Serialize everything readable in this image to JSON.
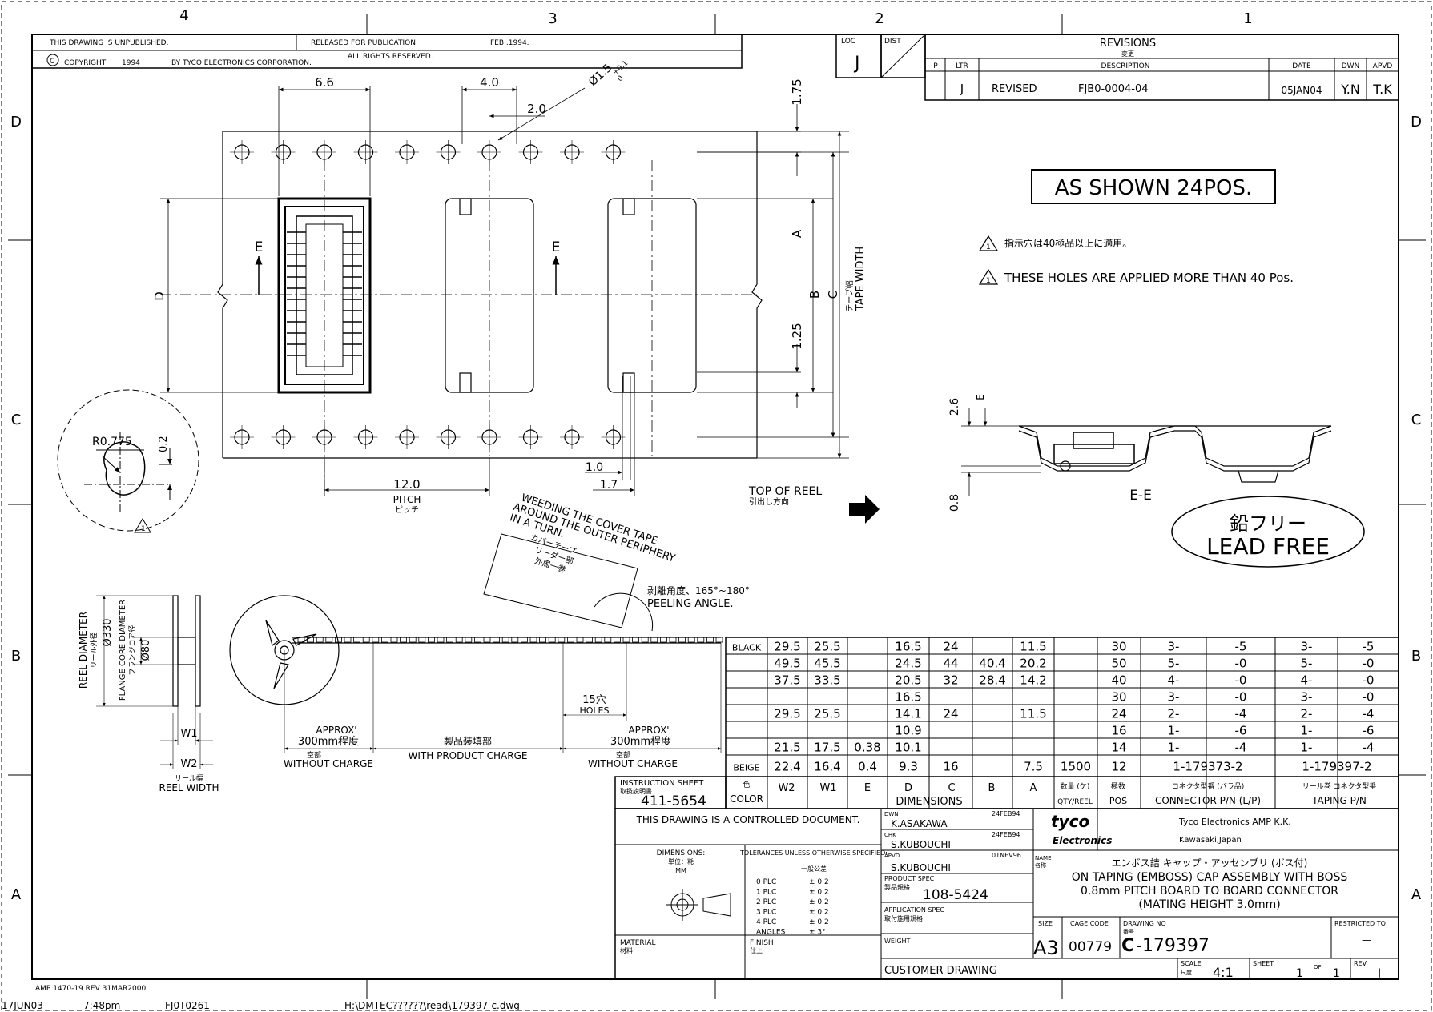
{
  "zones": {
    "cols": [
      "4",
      "3",
      "2",
      "1"
    ],
    "rows": [
      "D",
      "C",
      "B",
      "A"
    ]
  },
  "header": {
    "unpublished": "THIS DRAWING IS UNPUBLISHED.",
    "released": "RELEASED FOR PUBLICATION",
    "release_date": "FEB .1994.",
    "copyright": "COPYRIGHT",
    "copyright_year": "1994",
    "copyright_by": "BY TYCO ELECTRONICS CORPORATION.",
    "rights": "ALL RIGHTS RESERVED.",
    "loc_label": "LOC",
    "loc_value": "J",
    "dist_label": "DIST"
  },
  "revisions": {
    "title": "REVISIONS",
    "title_jp": "変更",
    "col_p": "P",
    "col_ltr": "LTR",
    "col_desc": "DESCRIPTION",
    "col_date": "DATE",
    "col_dwn": "DWN",
    "col_apvd": "APVD",
    "rows": [
      {
        "ltr": "J",
        "desc": "REVISED",
        "ref": "FJB0-0004-04",
        "date": "05JAN04",
        "dwn": "Y.N",
        "apvd": "T.K"
      }
    ]
  },
  "dims": {
    "d66": "6.6",
    "d40": "4.0",
    "d20": "2.0",
    "d175": "1.75",
    "hole": "Ø1.5",
    "hole_tol_top": "+0.1",
    "hole_tol_bot": "0",
    "d125": "1.25",
    "d10": "1.0",
    "d17": "1.7",
    "pitch": "12.0",
    "pitch_label": "PITCH",
    "pitch_jp": "ピッチ",
    "A": "A",
    "B": "B",
    "C": "C",
    "D": "D",
    "E": "E",
    "tape_width": "TAPE WIDTH",
    "tape_width_jp": "テープ幅",
    "r0775": "R0.775",
    "d02": "0.2",
    "d26": "2.6",
    "d08": "0.8",
    "section": "E-E",
    "top_reel": "TOP OF REEL",
    "top_reel_jp": "引出し方向"
  },
  "notes": {
    "as_shown": "AS SHOWN 24POS.",
    "note_jp": "指示穴は40極品以上に適用。",
    "note_en": "THESE HOLES ARE APPLIED MORE THAN 40 Pos.",
    "lead_free_jp": "鉛フリー",
    "lead_free": "LEAD FREE",
    "weeding1": "WEEDING THE COVER TAPE",
    "weeding2": "AROUND THE OUTER PERIPHERY",
    "weeding3": "IN A TURN.",
    "weeding_jp1": "カバーテープ",
    "weeding_jp2": "リーダー部",
    "weeding_jp3": "外周一巻",
    "peeling_jp": "剥離角度、165°~180°",
    "peeling": "PEELING ANGLE."
  },
  "reel": {
    "reel_diameter": "REEL DIAMETER",
    "reel_diameter_jp": "リール外径",
    "d330": "Ø330",
    "flange": "FLANGE CORE DIAMETER",
    "flange_jp": "フランジコア径",
    "d80": "Ø80",
    "w1": "W1",
    "w2": "W2",
    "reel_width_jp": "リール幅",
    "reel_width": "REEL WIDTH",
    "approx": "APPROX'",
    "approx_300_a": "300mm程度",
    "without_charge_jp": "空部",
    "without_charge": "WITHOUT CHARGE",
    "product_jp": "製品装填部",
    "with_product": "WITH PRODUCT CHARGE",
    "approx_300_b": "300mm程度",
    "holes_15": "15穴",
    "holes": "HOLES"
  },
  "table": {
    "rows": [
      [
        "BLACK",
        "29.5",
        "25.5",
        "",
        "16.5",
        "24",
        "",
        "11.5",
        "",
        "30",
        "3-",
        "-5",
        "3-",
        "-5"
      ],
      [
        "",
        "49.5",
        "45.5",
        "",
        "24.5",
        "44",
        "40.4",
        "20.2",
        "",
        "50",
        "5-",
        "-0",
        "5-",
        "-0"
      ],
      [
        "",
        "37.5",
        "33.5",
        "",
        "20.5",
        "32",
        "28.4",
        "14.2",
        "",
        "40",
        "4-",
        "-0",
        "4-",
        "-0"
      ],
      [
        "",
        "",
        "",
        "",
        "16.5",
        "",
        "",
        "",
        "",
        "30",
        "3-",
        "-0",
        "3-",
        "-0"
      ],
      [
        "",
        "29.5",
        "25.5",
        "",
        "14.1",
        "24",
        "",
        "11.5",
        "",
        "24",
        "2-",
        "-4",
        "2-",
        "-4"
      ],
      [
        "",
        "",
        "",
        "",
        "10.9",
        "",
        "",
        "",
        "",
        "16",
        "1-",
        "-6",
        "1-",
        "-6"
      ],
      [
        "",
        "21.5",
        "17.5",
        "0.38",
        "10.1",
        "",
        "",
        "",
        "",
        "14",
        "1-",
        "-4",
        "1-",
        "-4"
      ],
      [
        "BEIGE",
        "22.4",
        "16.4",
        "0.4",
        "9.3",
        "16",
        "",
        "7.5",
        "1500",
        "12",
        "1-179373-2",
        "",
        "1-179397-2",
        ""
      ]
    ],
    "color_label": "COLOR",
    "color_jp": "色",
    "w2": "W2",
    "w1": "W1",
    "e": "E",
    "d": "D",
    "c": "C",
    "b": "B",
    "a": "A",
    "dimensions": "DIMENSIONS",
    "qty_jp": "数量 (ケ)",
    "qty": "QTY/REEL",
    "pos_jp": "極数",
    "pos": "POS",
    "conn_jp": "コネクタ型番 (バラ品)",
    "conn": "CONNECTOR P/N (L/P)",
    "taping_jp": "リール巻 コネクタ型番",
    "taping": "TAPING P/N"
  },
  "title_block": {
    "instr_label": "INSTRUCTION SHEET",
    "instr_jp": "取扱説明書",
    "instr_value": "411-5654",
    "controlled": "THIS DRAWING IS A CONTROLLED DOCUMENT.",
    "dimensions_label": "DIMENSIONS:",
    "unit_jp": "単位：粍",
    "mm": "MM",
    "tol_label": "TOLERANCES UNLESS OTHERWISE SPECIFIED:",
    "tol_jp": "一般公差",
    "tols": [
      [
        "0 PLC",
        "± 0.2"
      ],
      [
        "1 PLC",
        "± 0.2"
      ],
      [
        "2 PLC",
        "± 0.2"
      ],
      [
        "3 PLC",
        "± 0.2"
      ],
      [
        "4 PLC",
        "± 0.2"
      ],
      [
        "ANGLES",
        "± 3°"
      ]
    ],
    "material": "MATERIAL",
    "material_jp": "材料",
    "finish": "FINISH",
    "finish_jp": "仕上",
    "dwn_label": "DWN",
    "dwn_name": "K.ASAKAWA",
    "dwn_date": "24FEB94",
    "chk_label": "CHK",
    "chk_name": "S.KUBOUCHI",
    "chk_date": "24FEB94",
    "apvd_label": "APVD",
    "apvd_name": "S.KUBOUCHI",
    "apvd_date": "01NEV96",
    "product_spec": "PRODUCT SPEC",
    "product_spec_jp": "製品規格",
    "product_spec_value": "108-5424",
    "app_spec": "APPLICATION SPEC",
    "app_spec_jp": "取付施用規格",
    "weight": "WEIGHT",
    "customer": "CUSTOMER DRAWING",
    "company_logo": "tyco",
    "company_logo2": "Electronics",
    "company": "Tyco Electronics AMP K.K.",
    "location": "Kawasaki,Japan",
    "name_label": "NAME",
    "name_jp_label": "名称",
    "name_jp": "エンボス詰 キャップ・アッセンブリ (ボス付)",
    "name1": "ON TAPING (EMBOSS) CAP ASSEMBLY WITH BOSS",
    "name2": "0.8mm PITCH BOARD TO BOARD CONNECTOR",
    "name3": "(MATING HEIGHT 3.0mm)",
    "size_label": "SIZE",
    "size": "A3",
    "cage_label": "CAGE CODE",
    "cage": "00779",
    "dwg_label": "DRAWING NO",
    "dwg_jp": "番号",
    "dwg_prefix": "C",
    "dwg": "-179397",
    "restricted": "RESTRICTED TO",
    "restricted_value": "—",
    "scale_label": "SCALE",
    "scale_jp": "尺度",
    "scale": "4:1",
    "sheet_label": "SHEET",
    "sheet": "1",
    "of": "OF",
    "of_value": "1",
    "rev_label": "REV",
    "rev": "J"
  },
  "footer": {
    "amp": "AMP 1470-19 REV 31MAR2000",
    "date": "17JUN03",
    "time": "7:48pm",
    "user": "FJ0T0261",
    "path": "H:\\DMTEC??????\\read\\179397-c.dwg"
  }
}
